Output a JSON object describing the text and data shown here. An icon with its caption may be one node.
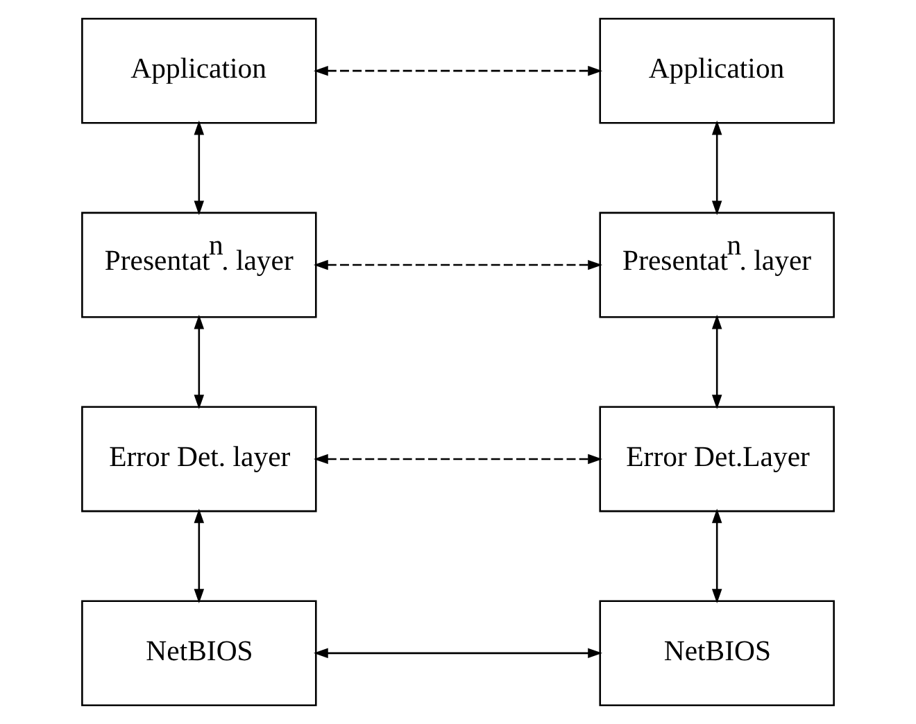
{
  "diagram": {
    "nodes": [
      {
        "text": [
          "Application"
        ]
      },
      {
        "text": [
          "Application"
        ]
      },
      {
        "text": [
          "Presentat$^{n}$. layer"
        ]
      },
      {
        "text": [
          "Presentat$^{n}$. layer"
        ]
      },
      {
        "text": [
          "Error Det. layer"
        ]
      },
      {
        "text": [
          "Error Det.Layer"
        ]
      },
      {
        "text": [
          "NetBIOS"
        ]
      },
      {
        "text": [
          "NetBIOS"
        ]
      }
    ],
    "edges": [
      {
        "from": 0,
        "to": 1,
        "arrow": "both",
        "style": "dashed"
      },
      {
        "from": 0,
        "to": 2,
        "arrow": "both"
      },
      {
        "from": 1,
        "to": 3,
        "arrow": "both"
      },
      {
        "from": 2,
        "to": 3,
        "arrow": "both",
        "style": "dashed"
      },
      {
        "from": 2,
        "to": 4,
        "arrow": "both"
      },
      {
        "from": 3,
        "to": 5,
        "arrow": "both"
      },
      {
        "from": 4,
        "to": 5,
        "arrow": "both",
        "style": "dashed"
      },
      {
        "from": 4,
        "to": 6,
        "arrow": "both"
      },
      {
        "from": 5,
        "to": 7,
        "arrow": "both"
      },
      {
        "from": 6,
        "to": 7,
        "arrow": "both"
      }
    ]
  }
}
